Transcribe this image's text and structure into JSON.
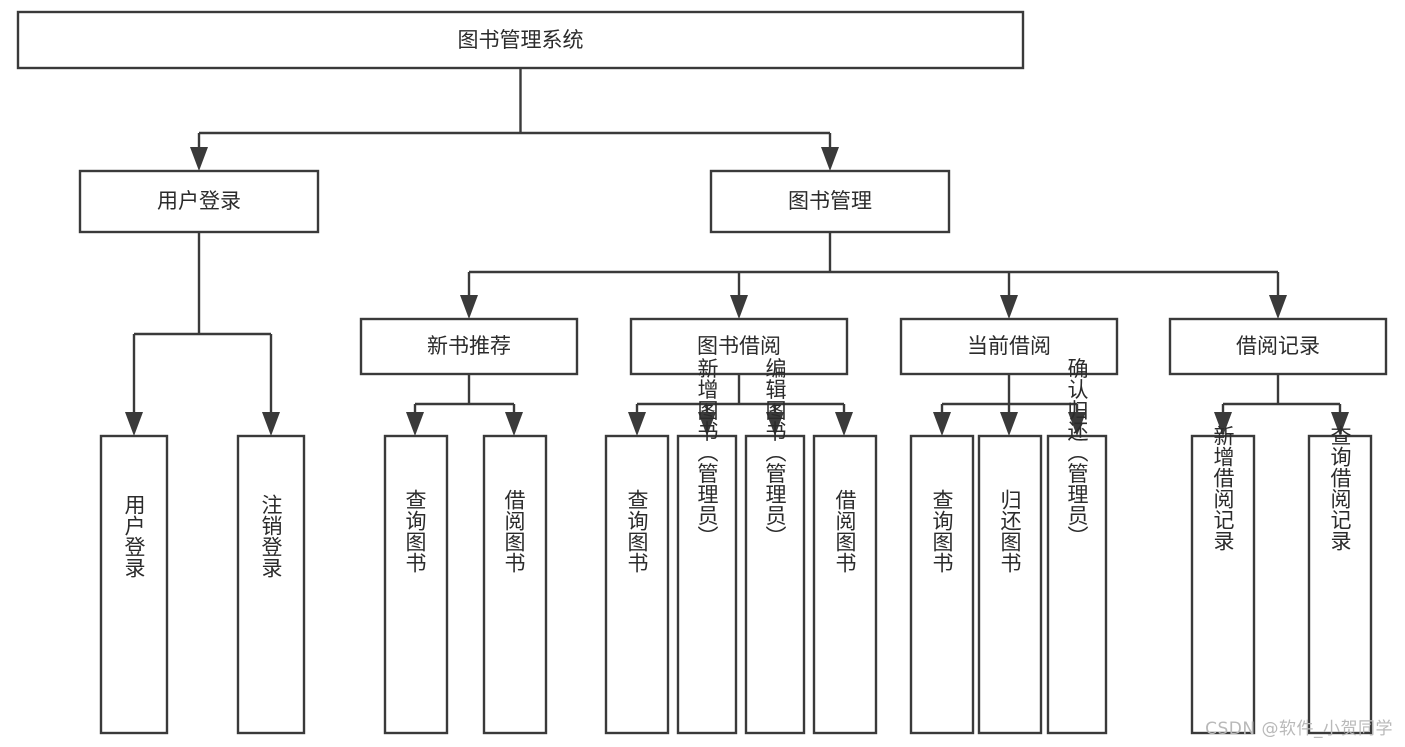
{
  "diagram": {
    "type": "tree-hierarchy",
    "title": "图书管理系统",
    "orientation": "top-down",
    "colors": {
      "box_stroke": "#3a3a3a",
      "box_fill": "#ffffff",
      "connector": "#3a3a3a",
      "text": "#2b2b2b",
      "background": "#ffffff",
      "watermark": "#b9b9b9"
    },
    "root": {
      "id": "root",
      "label": "图书管理系统"
    },
    "level1": [
      {
        "id": "user-login",
        "label": "用户登录"
      },
      {
        "id": "book-manage",
        "label": "图书管理"
      }
    ],
    "level2": [
      {
        "id": "new-book-recommend",
        "label": "新书推荐",
        "parent": "book-manage"
      },
      {
        "id": "book-borrow",
        "label": "图书借阅",
        "parent": "book-manage"
      },
      {
        "id": "current-borrow",
        "label": "当前借阅",
        "parent": "book-manage"
      },
      {
        "id": "borrow-record",
        "label": "借阅记录",
        "parent": "book-manage"
      }
    ],
    "leaves": [
      {
        "id": "leaf-user-login",
        "label": "用户登录",
        "parent": "user-login"
      },
      {
        "id": "leaf-logout-login",
        "label": "注销登录",
        "parent": "user-login"
      },
      {
        "id": "leaf-query-book-1",
        "label": "查询图书",
        "parent": "new-book-recommend"
      },
      {
        "id": "leaf-borrow-book-1",
        "label": "借阅图书",
        "parent": "new-book-recommend"
      },
      {
        "id": "leaf-query-book-2",
        "label": "查询图书",
        "parent": "book-borrow"
      },
      {
        "id": "leaf-add-book",
        "label": "新增图书（管理员）",
        "parent": "book-borrow"
      },
      {
        "id": "leaf-edit-book",
        "label": "编辑图书（管理员）",
        "parent": "book-borrow"
      },
      {
        "id": "leaf-borrow-book-2",
        "label": "借阅图书",
        "parent": "book-borrow"
      },
      {
        "id": "leaf-query-book-3",
        "label": "查询图书",
        "parent": "current-borrow"
      },
      {
        "id": "leaf-return-book",
        "label": "归还图书",
        "parent": "current-borrow"
      },
      {
        "id": "leaf-confirm-return",
        "label": "确认归还（管理员）",
        "parent": "current-borrow"
      },
      {
        "id": "leaf-add-record",
        "label": "新增借阅记录",
        "parent": "borrow-record"
      },
      {
        "id": "leaf-query-record",
        "label": "查询借阅记录",
        "parent": "borrow-record"
      }
    ]
  },
  "watermark": {
    "text": "CSDN @软件_小贺同学"
  }
}
